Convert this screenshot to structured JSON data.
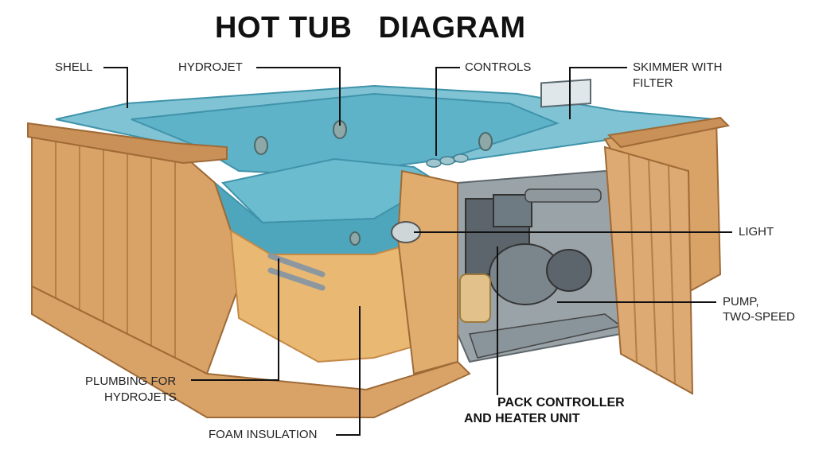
{
  "title": "HOT TUB   DIAGRAM",
  "labels": {
    "shell": "SHELL",
    "hydrojet": "HYDROJET",
    "controls": "CONTROLS",
    "skimmer_line1": "SKIMMER WITH",
    "skimmer_line2": "FILTER",
    "light": "LIGHT",
    "pump_line1": "PUMP,",
    "pump_line2": "TWO-SPEED",
    "plumbing_line1": "PLUMBING FOR",
    "plumbing_line2": "HYDROJETS",
    "pack_line1": "PACK CONTROLLER",
    "pack_line2": "AND HEATER UNIT",
    "foam": "FOAM INSULATION"
  },
  "colors": {
    "water": "#5fb3c9",
    "water_dark": "#3f93aa",
    "wood": "#d9a368",
    "wood_dark": "#b57e45",
    "foam": "#e9b873",
    "equipment": "#6f7b82",
    "leader": "#111111"
  }
}
